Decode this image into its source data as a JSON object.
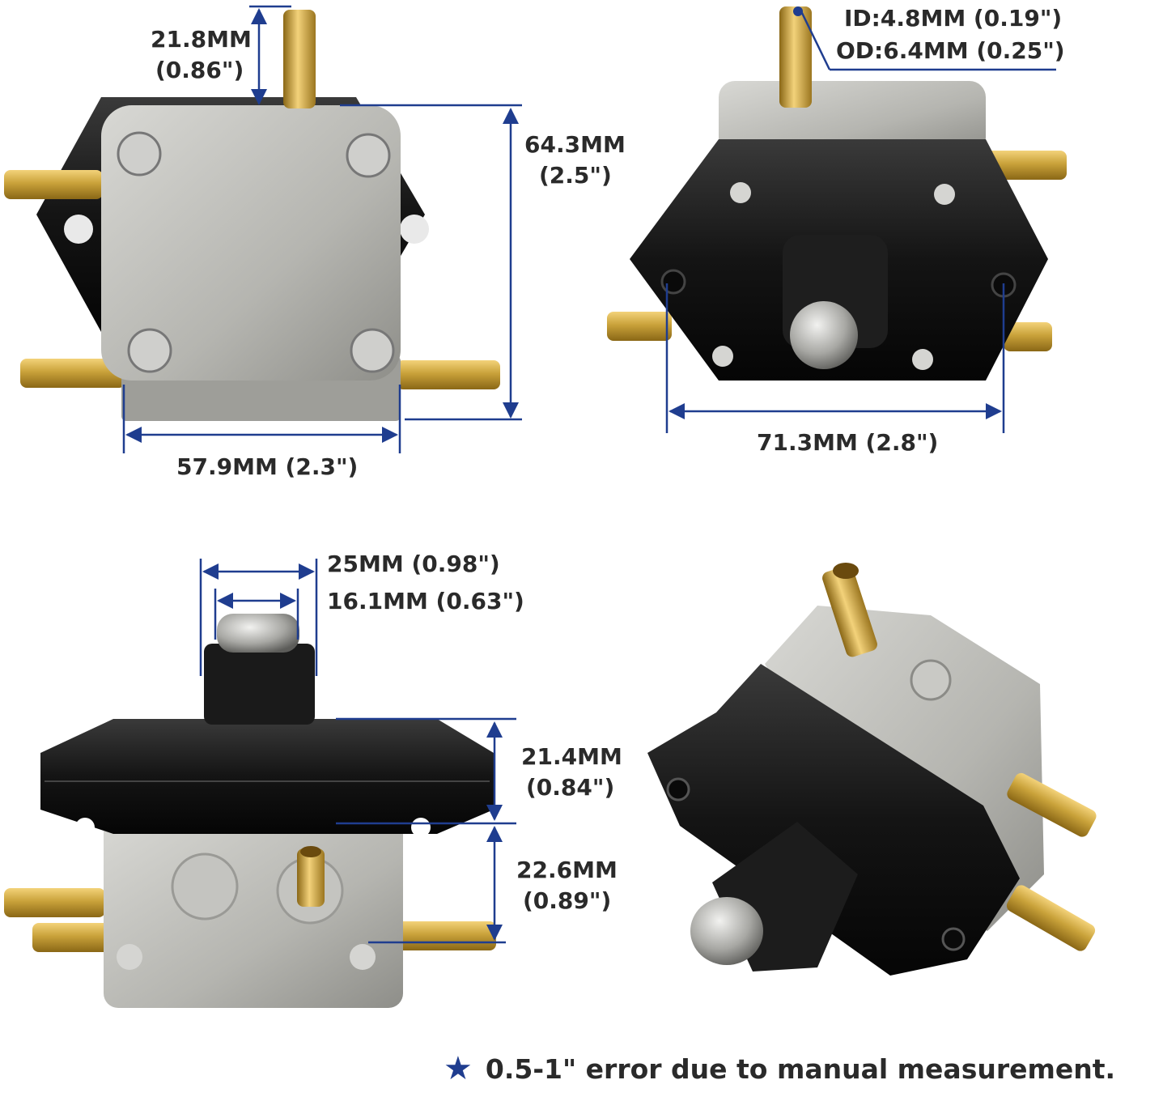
{
  "dimensions": {
    "top_tube_height": {
      "mm": "21.8MM",
      "inch": "(0.86\")"
    },
    "pump_height": {
      "mm": "64.3MM",
      "inch": "(2.5\")"
    },
    "body_width": {
      "text": "57.9MM (2.3\")"
    },
    "hose_id": {
      "text": "ID:4.8MM (0.19\")"
    },
    "hose_od": {
      "text": "OD:6.4MM (0.25\")"
    },
    "flange_width": {
      "text": "71.3MM (2.8\")"
    },
    "shaft_outer": {
      "text": "25MM (0.98\")"
    },
    "shaft_inner": {
      "text": "16.1MM (0.63\")"
    },
    "flange_thickness": {
      "mm": "21.4MM",
      "inch": "(0.84\")"
    },
    "body_thickness": {
      "mm": "22.6MM",
      "inch": "(0.89\")"
    }
  },
  "footnote": {
    "icon": "star-icon",
    "text": "0.5-1\" error due to manual measurement."
  },
  "colors": {
    "dimension_line": "#1f3d8f",
    "brass": "#c9a23a",
    "silver": "#b9b9b4",
    "black_body": "#161616"
  }
}
